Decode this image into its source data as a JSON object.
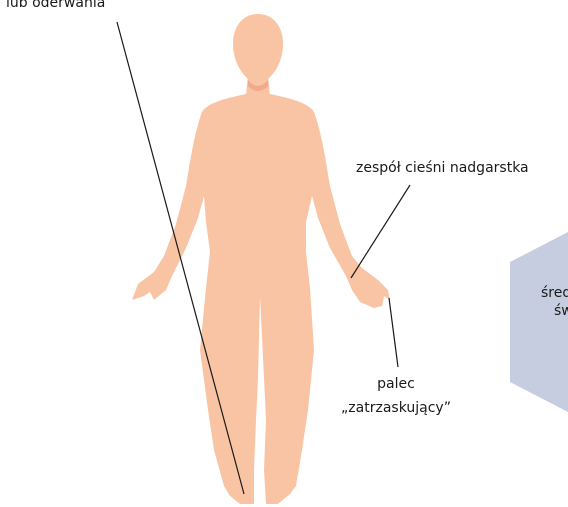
{
  "labels": {
    "top_left": "lub oderwania",
    "carpal_tunnel": "zespół cieśni nadgarstka",
    "trigger_finger_line1": "palec",
    "trigger_finger_line2": "„zatrzaskujący”",
    "hex_line1": "śred",
    "hex_line2": "św"
  },
  "colors": {
    "skin": "#f9c4a3",
    "skin_shadow": "#f2a98a",
    "hexagon": "#c7cde0",
    "leader_line": "#1a1a1a",
    "text": "#1a1a1a"
  }
}
